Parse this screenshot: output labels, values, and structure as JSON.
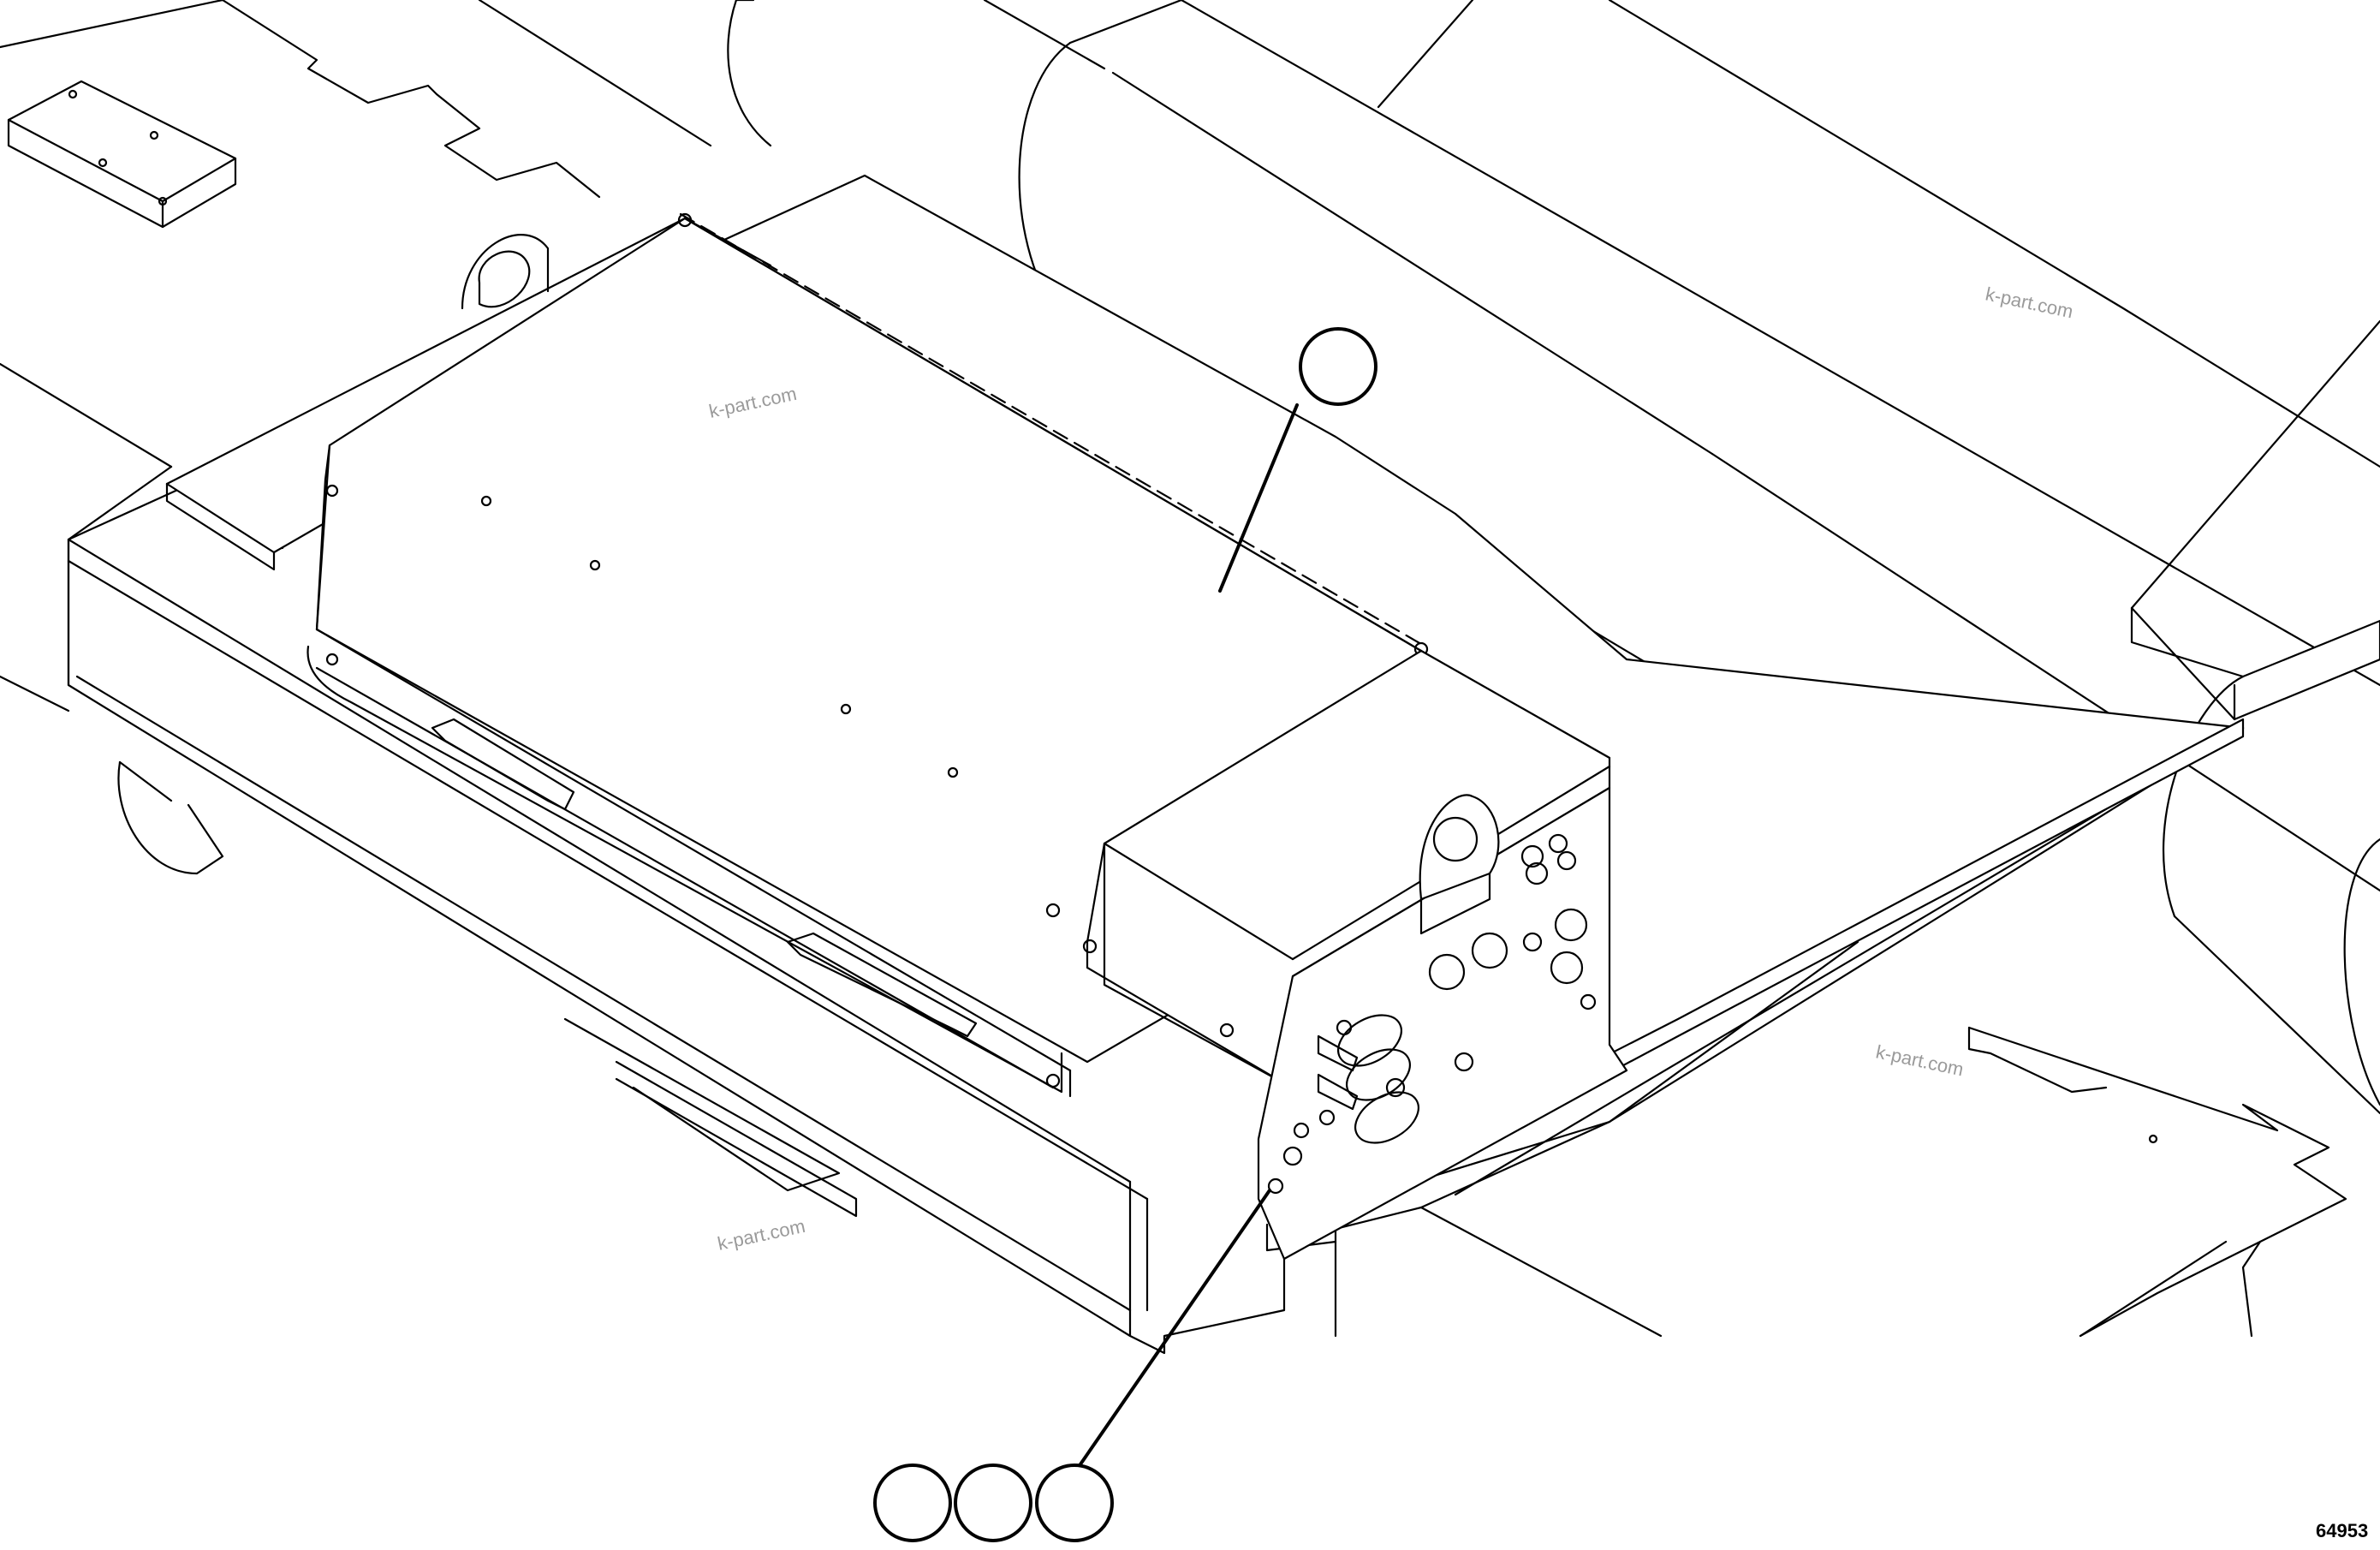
{
  "watermarks": {
    "wm1": "k-part.com",
    "wm2": "k-part.com",
    "wm3": "k-part.com",
    "wm4": "k-part.com"
  },
  "figure_number": "64953",
  "callouts": {
    "main_label": "",
    "bottom_labels": [
      "",
      "",
      ""
    ]
  }
}
